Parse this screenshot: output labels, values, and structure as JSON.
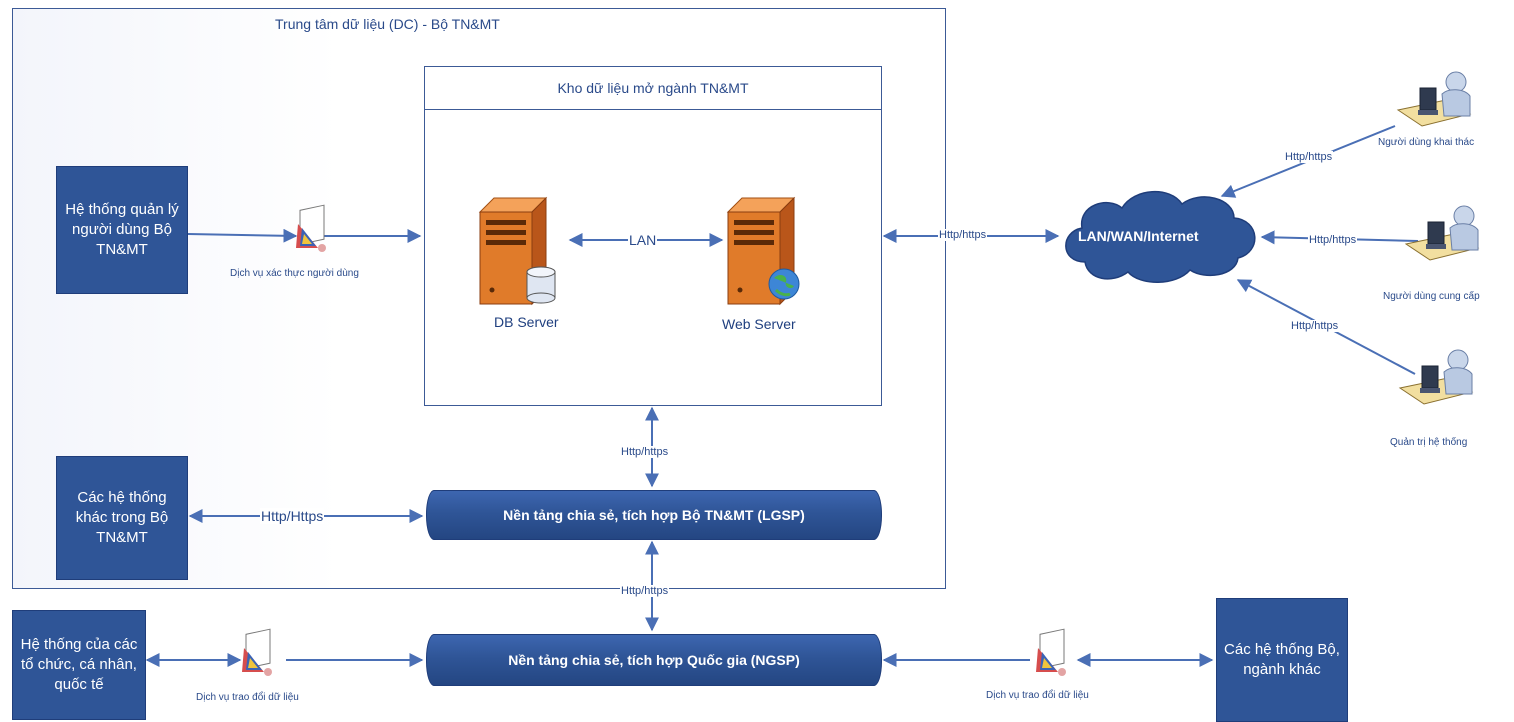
{
  "dc": {
    "title": "Trung tâm dữ liệu (DC) - Bộ TN&MT"
  },
  "kho": {
    "title": "Kho dữ liệu mở ngành TN&MT",
    "db_server": "DB Server",
    "web_server": "Web Server",
    "lan": "LAN"
  },
  "boxes": {
    "user_mgmt": "Hệ thống quản lý người dùng Bộ TN&MT",
    "other_systems": "Các hệ thống khác trong Bộ TN&MT",
    "org_systems": "Hệ thống của các tổ chức, cá nhân, quốc tế",
    "ministry_systems": "Các hệ thống Bộ, ngành khác"
  },
  "platforms": {
    "lgsp": "Nền tảng chia sẻ, tích hợp Bộ TN&MT (LGSP)",
    "ngsp": "Nền tảng chia sẻ, tích hợp Quốc gia (NGSP)"
  },
  "services": {
    "auth": "Dịch vụ xác thực người dùng",
    "exchange_left": "Dịch vụ trao đổi dữ liệu",
    "exchange_right": "Dịch vụ trao đổi dữ liệu"
  },
  "links": {
    "http_kho_cloud": "Http/https",
    "http_kho_lgsp": "Http/https",
    "http_lgsp_ngsp": "Http/https",
    "http_other": "Http/Https",
    "http_user1": "Http/https",
    "http_user2": "Http/https",
    "http_user3": "Http/https"
  },
  "cloud": {
    "label": "LAN/WAN/Internet"
  },
  "users": {
    "u1": "Người dùng khai thác",
    "u2": "Người dùng cung cấp",
    "u3": "Quản trị hệ thống"
  },
  "colors": {
    "box": "#2f5597",
    "line": "#4a6fb5",
    "server": "#e07b2a"
  }
}
